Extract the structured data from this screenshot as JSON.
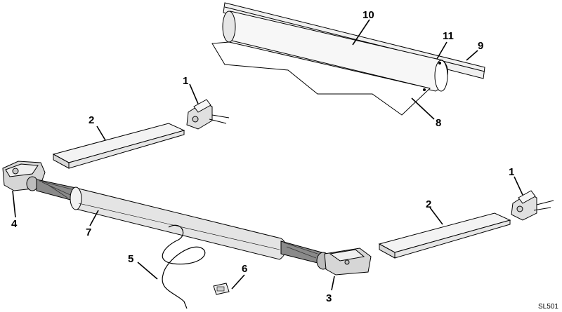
{
  "diagram": {
    "callouts": [
      "1",
      "2",
      "10",
      "11",
      "9",
      "8",
      "4",
      "7",
      "5",
      "6",
      "3",
      "1",
      "2"
    ],
    "figure_code": "SL501"
  },
  "parts": [
    "end-cap-bracket",
    "rail-channel",
    "fabric-roller-tube",
    "spring-axle",
    "end-cap-housing",
    "wiring-harness",
    "connector-plug",
    "mounting-rail",
    "fabric-sheet"
  ]
}
